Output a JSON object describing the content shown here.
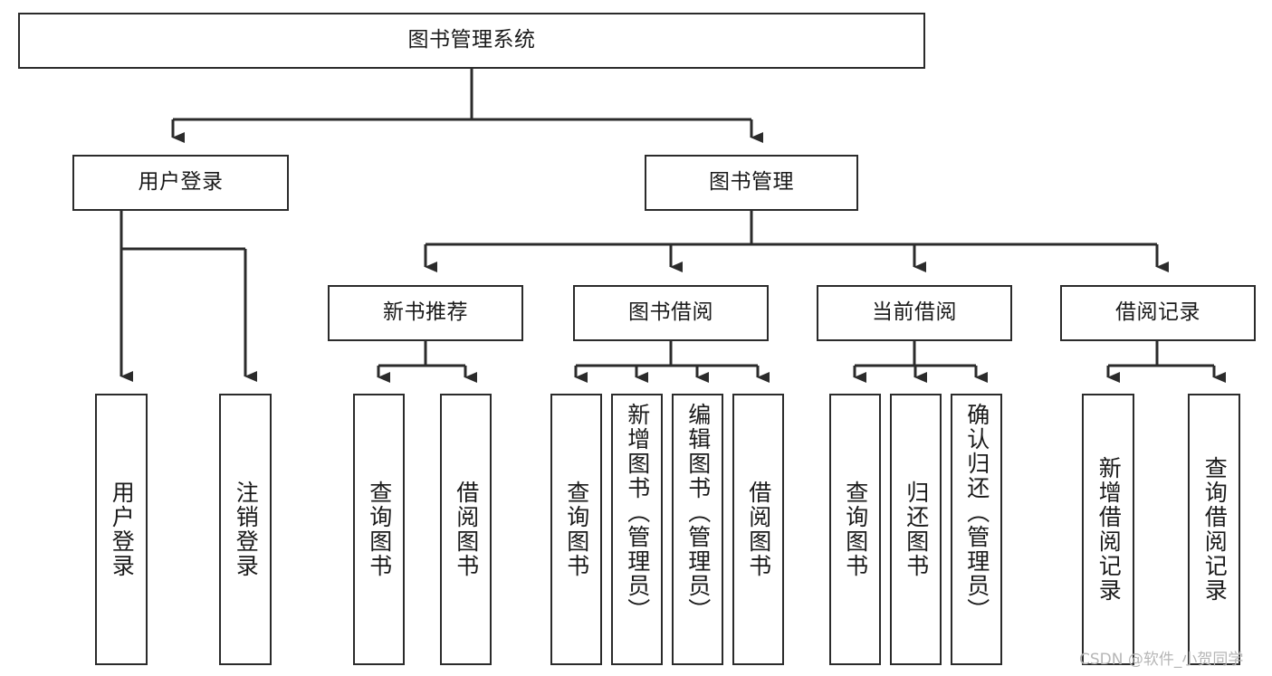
{
  "diagram": {
    "title": "图书管理系统",
    "type": "tree",
    "root": {
      "id": "root",
      "label": "图书管理系统",
      "orientation": "horizontal"
    },
    "level2": [
      {
        "id": "user-login",
        "label": "用户登录",
        "orientation": "horizontal"
      },
      {
        "id": "book-manage",
        "label": "图书管理",
        "orientation": "horizontal"
      }
    ],
    "level3": [
      {
        "id": "new-book-recommend",
        "label": "新书推荐",
        "orientation": "horizontal",
        "parent": "book-manage"
      },
      {
        "id": "book-borrow",
        "label": "图书借阅",
        "orientation": "horizontal",
        "parent": "book-manage"
      },
      {
        "id": "current-borrow",
        "label": "当前借阅",
        "orientation": "horizontal",
        "parent": "book-manage"
      },
      {
        "id": "borrow-record",
        "label": "借阅记录",
        "orientation": "horizontal",
        "parent": "book-manage"
      }
    ],
    "leaves": [
      {
        "id": "leaf-user-login",
        "label": "用户登录",
        "orientation": "vertical",
        "parent": "user-login"
      },
      {
        "id": "leaf-logout",
        "label": "注销登录",
        "orientation": "vertical",
        "parent": "user-login"
      },
      {
        "id": "leaf-query-book-1",
        "label": "查询图书",
        "orientation": "vertical",
        "parent": "new-book-recommend"
      },
      {
        "id": "leaf-borrow-book-1",
        "label": "借阅图书",
        "orientation": "vertical",
        "parent": "new-book-recommend"
      },
      {
        "id": "leaf-query-book-2",
        "label": "查询图书",
        "orientation": "vertical",
        "parent": "book-borrow"
      },
      {
        "id": "leaf-add-book",
        "label": "新增图书（管理员）",
        "orientation": "vertical",
        "parent": "book-borrow"
      },
      {
        "id": "leaf-edit-book",
        "label": "编辑图书（管理员）",
        "orientation": "vertical",
        "parent": "book-borrow"
      },
      {
        "id": "leaf-borrow-book-2",
        "label": "借阅图书",
        "orientation": "vertical",
        "parent": "book-borrow"
      },
      {
        "id": "leaf-query-book-3",
        "label": "查询图书",
        "orientation": "vertical",
        "parent": "current-borrow"
      },
      {
        "id": "leaf-return-book",
        "label": "归还图书",
        "orientation": "vertical",
        "parent": "current-borrow"
      },
      {
        "id": "leaf-confirm-return",
        "label": "确认归还（管理员）",
        "orientation": "vertical",
        "parent": "current-borrow"
      },
      {
        "id": "leaf-add-record",
        "label": "新增借阅记录",
        "orientation": "vertical",
        "parent": "borrow-record"
      },
      {
        "id": "leaf-query-record",
        "label": "查询借阅记录",
        "orientation": "vertical",
        "parent": "borrow-record"
      }
    ],
    "colors": {
      "stroke": "#2b2b2b",
      "fill": "#ffffff",
      "text": "#1a1a1a",
      "watermark": "#b6b6b6"
    }
  },
  "watermark": {
    "text": "CSDN @软件_小贺同学"
  }
}
